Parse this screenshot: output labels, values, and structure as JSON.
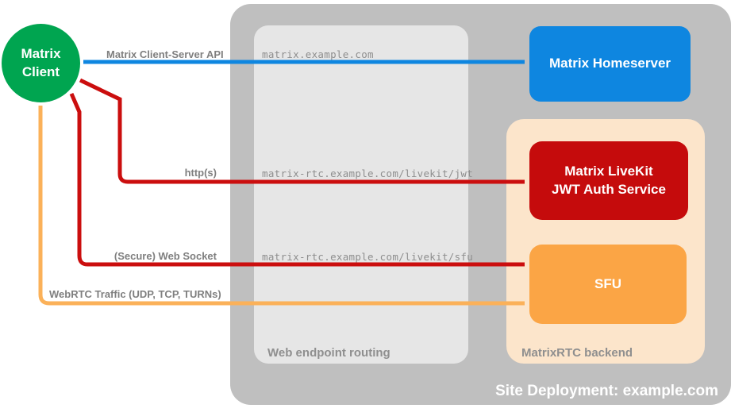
{
  "colors": {
    "green": "#00a550",
    "blue": "#0e86e0",
    "red": "#c50b0c",
    "red_arrow": "#cb0e0e",
    "orange": "#fba545",
    "orange_arrow": "#fbb159",
    "peach": "#fce5cb",
    "site_gray": "#bfbfbf",
    "panel_gray": "#e6e6e6",
    "label_gray": "#7f7f7f",
    "caption_gray": "#8f8f8f",
    "mono_gray": "#8e8e8e"
  },
  "containers": {
    "site": {
      "caption": "Site Deployment: example.com"
    },
    "routing": {
      "caption": "Web endpoint routing"
    },
    "backend": {
      "caption": "MatrixRTC backend"
    }
  },
  "nodes": {
    "client": {
      "label": "Matrix\nClient"
    },
    "homeserver": {
      "label": "Matrix Homeserver"
    },
    "jwt": {
      "label": "Matrix LiveKit\nJWT Auth Service"
    },
    "sfu": {
      "label": "SFU"
    }
  },
  "connections": {
    "api": {
      "label": "Matrix Client-Server API",
      "endpoint": "matrix.example.com",
      "direction": "bidirectional"
    },
    "http": {
      "label": "http(s)",
      "endpoint": "matrix-rtc.example.com/livekit/jwt",
      "direction": "bidirectional"
    },
    "websocket": {
      "label": "(Secure) Web Socket",
      "endpoint": "matrix-rtc.example.com/livekit/sfu",
      "direction": "bidirectional"
    },
    "webrtc": {
      "label": "WebRTC Traffic (UDP, TCP, TURNs)",
      "direction": "bidirectional"
    }
  }
}
